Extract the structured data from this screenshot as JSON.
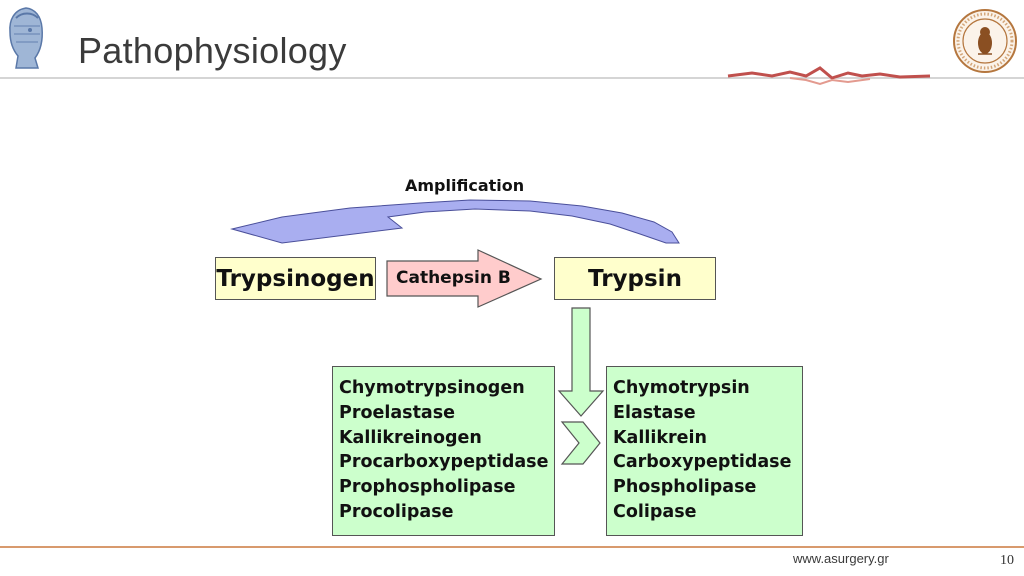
{
  "header": {
    "title": "Pathophysiology"
  },
  "diagram": {
    "amplification_label": "Amplification",
    "source_box": "Trypsinogen",
    "enzyme_arrow_label": "Cathepsin B",
    "target_box": "Trypsin",
    "zymogens": [
      "Chymotrypsinogen",
      "Proelastase",
      "Kallikreinogen",
      "Procarboxypeptidase",
      "Prophospholipase",
      "Procolipase"
    ],
    "active_enzymes": [
      "Chymotrypsin",
      "Elastase",
      "Kallikrein",
      "Carboxypeptidase",
      "Phospholipase",
      "Colipase"
    ]
  },
  "footer": {
    "website": "www.asurgery.gr",
    "page_number": "10"
  },
  "colors": {
    "yellow_box": "#ffffcc",
    "green_box": "#ccffcc",
    "amplification_arrow": "#a9aef0",
    "cathepsin_arrow": "#ffcccc",
    "header_accent": "#c0504d"
  }
}
